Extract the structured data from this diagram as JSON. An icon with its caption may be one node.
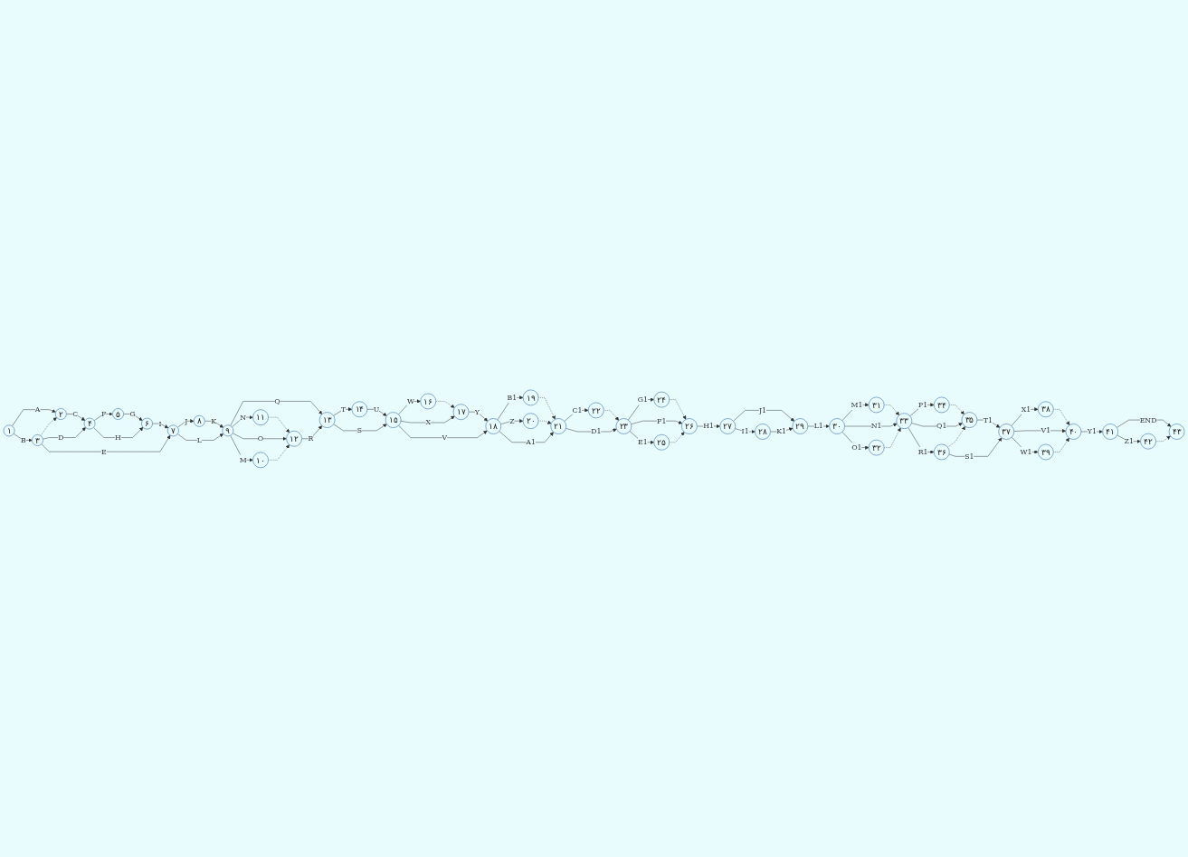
{
  "diagram": {
    "nodes": [
      {
        "text": [
          "۱"
        ]
      },
      {
        "text": [
          "۲"
        ]
      },
      {
        "text": [
          "۳"
        ]
      },
      {
        "text": [
          "۴"
        ]
      },
      {
        "text": [
          "۵"
        ]
      },
      {
        "text": [
          "۶"
        ]
      },
      {
        "text": [
          "۷"
        ]
      },
      {
        "text": [
          "۸"
        ]
      },
      {
        "text": [
          "۹"
        ]
      },
      {
        "text": [
          "۱۰"
        ]
      },
      {
        "text": [
          "۱۱"
        ]
      },
      {
        "text": [
          "۱۲"
        ]
      },
      {
        "text": [
          "۱۳"
        ]
      },
      {
        "text": [
          "۱۴"
        ]
      },
      {
        "text": [
          "۱۵"
        ]
      },
      {
        "text": [
          "۱۶"
        ]
      },
      {
        "text": [
          "۱۷"
        ]
      },
      {
        "text": [
          "۱۸"
        ]
      },
      {
        "text": [
          "۱۹"
        ]
      },
      {
        "text": [
          "۲۰"
        ]
      },
      {
        "text": [
          "۲۱"
        ]
      },
      {
        "text": [
          "۲۲"
        ]
      },
      {
        "text": [
          "۲۳"
        ]
      },
      {
        "text": [
          "۲۴"
        ]
      },
      {
        "text": [
          "۲۵"
        ]
      },
      {
        "text": [
          "۲۶"
        ]
      },
      {
        "text": [
          "۲۷"
        ]
      },
      {
        "text": [
          "۲۸"
        ]
      },
      {
        "text": [
          "۲۹"
        ]
      },
      {
        "text": [
          "۳۰"
        ]
      },
      {
        "text": [
          "۳۱"
        ]
      },
      {
        "text": [
          "۳۲"
        ]
      },
      {
        "text": [
          "۳۳"
        ]
      },
      {
        "text": [
          "۳۴"
        ]
      },
      {
        "text": [
          "۳۵"
        ]
      },
      {
        "text": [
          "۳۶"
        ]
      },
      {
        "text": [
          "۳۷"
        ]
      },
      {
        "text": [
          "۳۸"
        ]
      },
      {
        "text": [
          "۳۹"
        ]
      },
      {
        "text": [
          "۴۰"
        ]
      },
      {
        "text": [
          "۴۱"
        ]
      },
      {
        "text": [
          "۴۲"
        ]
      },
      {
        "text": [
          "۴۳"
        ]
      }
    ],
    "edges": [
      {
        "from": 0,
        "to": 1,
        "arrow": "to",
        "label": "A"
      },
      {
        "from": 0,
        "to": 2,
        "arrow": "to",
        "label": "B"
      },
      {
        "from": 2,
        "to": 1,
        "arrow": "to",
        "style": "dashed"
      },
      {
        "from": 1,
        "to": 3,
        "arrow": "to",
        "label": "C"
      },
      {
        "from": 2,
        "to": 3,
        "arrow": "to",
        "label": "D"
      },
      {
        "from": 3,
        "to": 4,
        "arrow": "to",
        "label": "F"
      },
      {
        "from": 3,
        "to": 5,
        "arrow": "to",
        "label": "H"
      },
      {
        "from": 4,
        "to": 5,
        "arrow": "to",
        "label": "G"
      },
      {
        "from": 2,
        "to": 6,
        "arrow": "to",
        "label": "E"
      },
      {
        "from": 5,
        "to": 6,
        "arrow": "to",
        "label": "I"
      },
      {
        "from": 6,
        "to": 7,
        "arrow": "to",
        "label": "J"
      },
      {
        "from": 6,
        "to": 8,
        "arrow": "to",
        "label": "L"
      },
      {
        "from": 7,
        "to": 8,
        "arrow": "to",
        "label": "K"
      },
      {
        "from": 8,
        "to": 12,
        "arrow": "to",
        "label": "Q"
      },
      {
        "from": 8,
        "to": 10,
        "arrow": "to",
        "label": "N"
      },
      {
        "from": 8,
        "to": 11,
        "arrow": "to",
        "label": "O"
      },
      {
        "from": 8,
        "to": 9,
        "arrow": "to",
        "label": "M"
      },
      {
        "from": 10,
        "to": 11,
        "arrow": "to",
        "style": "dashed"
      },
      {
        "from": 9,
        "to": 11,
        "arrow": "to",
        "style": "dashed"
      },
      {
        "from": 11,
        "to": 12,
        "arrow": "to",
        "label": "R"
      },
      {
        "from": 12,
        "to": 13,
        "arrow": "to",
        "label": "T"
      },
      {
        "from": 12,
        "to": 14,
        "arrow": "to",
        "label": "S"
      },
      {
        "from": 13,
        "to": 14,
        "arrow": "to",
        "label": "U"
      },
      {
        "from": 14,
        "to": 15,
        "arrow": "to",
        "label": "W"
      },
      {
        "from": 15,
        "to": 16,
        "arrow": "to",
        "style": "dashed"
      },
      {
        "from": 14,
        "to": 16,
        "arrow": "to",
        "label": "X"
      },
      {
        "from": 14,
        "to": 17,
        "arrow": "to",
        "label": "V"
      },
      {
        "from": 16,
        "to": 17,
        "arrow": "to",
        "label": "Y"
      },
      {
        "from": 17,
        "to": 18,
        "arrow": "to",
        "label": "B1"
      },
      {
        "from": 17,
        "to": 19,
        "arrow": "to",
        "label": "Z"
      },
      {
        "from": 17,
        "to": 20,
        "arrow": "to",
        "label": "A1"
      },
      {
        "from": 18,
        "to": 20,
        "arrow": "to",
        "style": "dashed"
      },
      {
        "from": 19,
        "to": 20,
        "arrow": "to",
        "style": "dashed"
      },
      {
        "from": 20,
        "to": 21,
        "arrow": "to",
        "label": "C1"
      },
      {
        "from": 21,
        "to": 22,
        "arrow": "to",
        "style": "dashed"
      },
      {
        "from": 20,
        "to": 22,
        "arrow": "to",
        "label": "D1"
      },
      {
        "from": 22,
        "to": 23,
        "arrow": "to",
        "label": "G1"
      },
      {
        "from": 23,
        "to": 25,
        "arrow": "to",
        "style": "dashed"
      },
      {
        "from": 22,
        "to": 25,
        "arrow": "to",
        "label": "F1"
      },
      {
        "from": 22,
        "to": 24,
        "arrow": "to",
        "label": "E1"
      },
      {
        "from": 24,
        "to": 25,
        "arrow": "to",
        "style": "dashed"
      },
      {
        "from": 25,
        "to": 26,
        "arrow": "to",
        "label": "H1"
      },
      {
        "from": 26,
        "to": 28,
        "arrow": "to",
        "label": "J1"
      },
      {
        "from": 26,
        "to": 27,
        "arrow": "to",
        "label": "I1"
      },
      {
        "from": 27,
        "to": 28,
        "arrow": "to",
        "label": "K1"
      },
      {
        "from": 28,
        "to": 29,
        "arrow": "to",
        "label": "L1"
      },
      {
        "from": 29,
        "to": 30,
        "arrow": "to",
        "label": "M1"
      },
      {
        "from": 29,
        "to": 32,
        "arrow": "to",
        "label": "N1"
      },
      {
        "from": 29,
        "to": 31,
        "arrow": "to",
        "label": "O1"
      },
      {
        "from": 30,
        "to": 32,
        "arrow": "to",
        "style": "dashed"
      },
      {
        "from": 31,
        "to": 32,
        "arrow": "to",
        "style": "dashed"
      },
      {
        "from": 32,
        "to": 33,
        "arrow": "to",
        "label": "P1"
      },
      {
        "from": 32,
        "to": 34,
        "arrow": "to",
        "label": "Q1"
      },
      {
        "from": 32,
        "to": 35,
        "arrow": "to",
        "label": "R1"
      },
      {
        "from": 33,
        "to": 34,
        "arrow": "to",
        "style": "dashed"
      },
      {
        "from": 35,
        "to": 34,
        "arrow": "to",
        "style": "dashed"
      },
      {
        "from": 34,
        "to": 36,
        "arrow": "to",
        "label": "T1"
      },
      {
        "from": 35,
        "to": 36,
        "arrow": "to",
        "label": "S1"
      },
      {
        "from": 36,
        "to": 37,
        "arrow": "to",
        "label": "X1"
      },
      {
        "from": 36,
        "to": 39,
        "arrow": "to",
        "label": "V1"
      },
      {
        "from": 36,
        "to": 38,
        "arrow": "to",
        "label": "W1"
      },
      {
        "from": 37,
        "to": 39,
        "arrow": "to",
        "style": "dashed"
      },
      {
        "from": 38,
        "to": 39,
        "arrow": "to",
        "style": "dashed"
      },
      {
        "from": 39,
        "to": 40,
        "arrow": "to",
        "label": "Y1"
      },
      {
        "from": 40,
        "to": 42,
        "arrow": "to",
        "label": "END"
      },
      {
        "from": 40,
        "to": 41,
        "arrow": "to",
        "label": "Z1"
      },
      {
        "from": 41,
        "to": 42,
        "arrow": "to",
        "style": "dashed"
      }
    ]
  }
}
